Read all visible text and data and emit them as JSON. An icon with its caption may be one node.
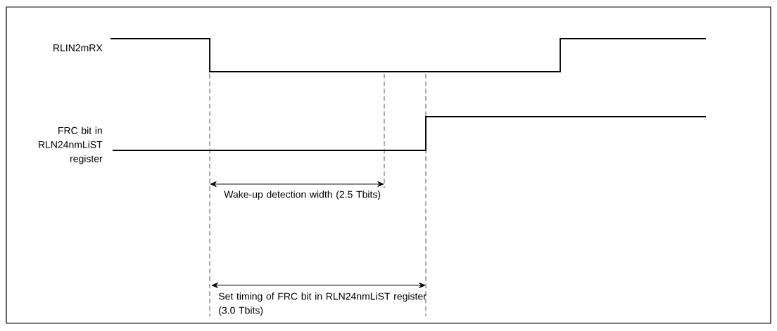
{
  "diagram": {
    "labels": [
      "RLIN2mRX",
      "FRC bit in RLN24nmLiST register",
      "Wake-up detection width (2.5 Tbits)",
      "Set timing of FRC bit in RLN24nmLiST register (3.0 Tbits)"
    ]
  }
}
